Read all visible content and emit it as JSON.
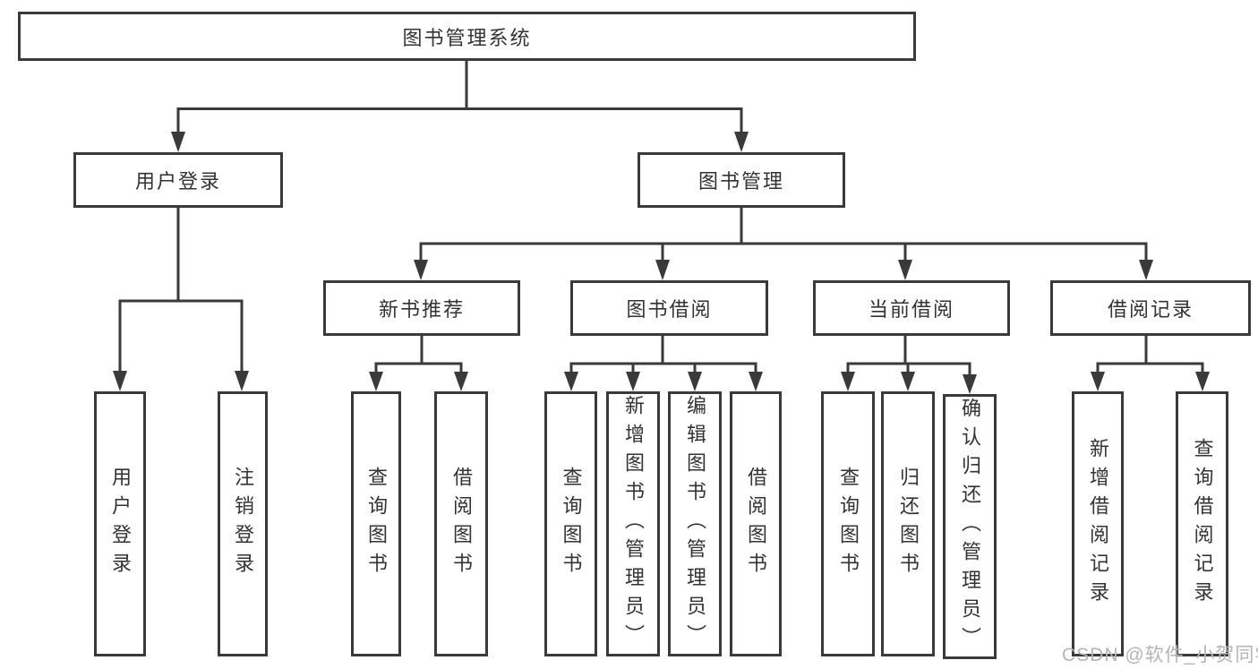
{
  "diagram": {
    "type": "hierarchy-tree",
    "root": {
      "label": "图书管理系统"
    },
    "level2": [
      {
        "label": "用户登录"
      },
      {
        "label": "图书管理"
      }
    ],
    "level3": [
      {
        "label": "新书推荐"
      },
      {
        "label": "图书借阅"
      },
      {
        "label": "当前借阅"
      },
      {
        "label": "借阅记录"
      }
    ],
    "leaves": {
      "user_login": [
        {
          "label": "用户登录"
        },
        {
          "label": "注销登录"
        }
      ],
      "new_books": [
        {
          "label": "查询图书"
        },
        {
          "label": "借阅图书"
        }
      ],
      "book_borrow": [
        {
          "label": "查询图书"
        },
        {
          "label": "新增图书（管理员）"
        },
        {
          "label": "编辑图书（管理员）"
        },
        {
          "label": "借阅图书"
        }
      ],
      "current_borrow": [
        {
          "label": "查询图书"
        },
        {
          "label": "归还图书"
        },
        {
          "label": "确认归还（管理员）"
        }
      ],
      "borrow_records": [
        {
          "label": "新增借阅记录"
        },
        {
          "label": "查询借阅记录"
        }
      ]
    },
    "colors": {
      "line": "#3a3a3a",
      "text": "#333333",
      "background": "#ffffff",
      "watermark": "#b5b5b5"
    },
    "watermark": "CSDN @软件_小贺同学"
  }
}
